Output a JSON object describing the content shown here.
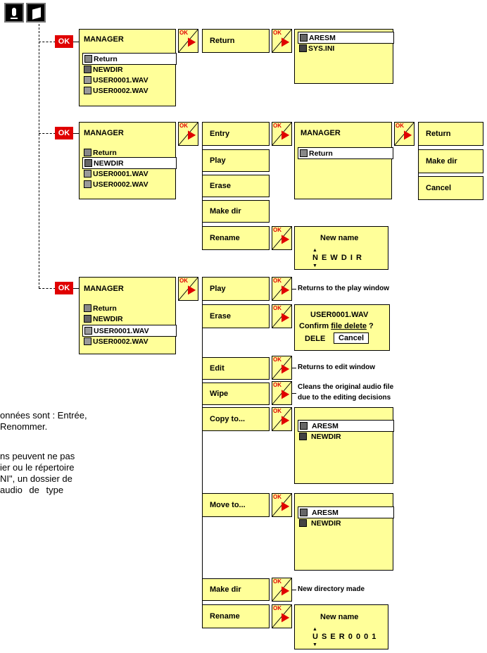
{
  "tabs": [
    "mic-icon",
    "book-icon"
  ],
  "ok_label": "OK",
  "row1": {
    "title": "MANAGER",
    "items": [
      "Return",
      "NEWDIR",
      "USER0001.WAV",
      "USER0002.WAV"
    ],
    "action": "Return",
    "sub_items": [
      "ARESM",
      "SYS.INI"
    ]
  },
  "row2": {
    "title": "MANAGER",
    "items": [
      "Return",
      "NEWDIR",
      "USER0001.WAV",
      "USER0002.WAV"
    ],
    "actions": [
      "Entry",
      "Play",
      "Erase",
      "Make dir",
      "Rename"
    ],
    "entry_box": {
      "title": "MANAGER",
      "item": "Return"
    },
    "entry_actions": [
      "Return",
      "Make dir",
      "Cancel"
    ],
    "rename_box": {
      "title": "New name",
      "value": "N E W D I R"
    }
  },
  "row3": {
    "title": "MANAGER",
    "items": [
      "Return",
      "NEWDIR",
      "USER0001.WAV",
      "USER0002.WAV"
    ],
    "actions": [
      "Play",
      "Erase",
      "Edit",
      "Wipe",
      "Copy to...",
      "Move to...",
      "Make dir",
      "Rename"
    ],
    "play_result": "Returns to the play window",
    "erase_box": {
      "line1": "USER0001.WAV",
      "line2_a": "Confirm ",
      "line2_b": "file delete",
      "line2_c": " ?",
      "opt1": "DELE",
      "opt2": "Cancel"
    },
    "edit_result": "Returns to edit window",
    "wipe_result_1": "Cleans the original audio file",
    "wipe_result_2": "due to the editing decisions",
    "copy_items": [
      "ARESM",
      "NEWDIR"
    ],
    "move_items": [
      "ARESM",
      "NEWDIR"
    ],
    "makedir_result": "New directory made",
    "rename_box": {
      "title": "New name",
      "value": "U S E R 0 0 0 1"
    }
  },
  "side_text": [
    "onnées sont : Entrée,",
    "Renommer.",
    "ns peuvent ne pas",
    "ier ou le répertoire",
    "NI\", un dossier de",
    "audio   de   type"
  ]
}
